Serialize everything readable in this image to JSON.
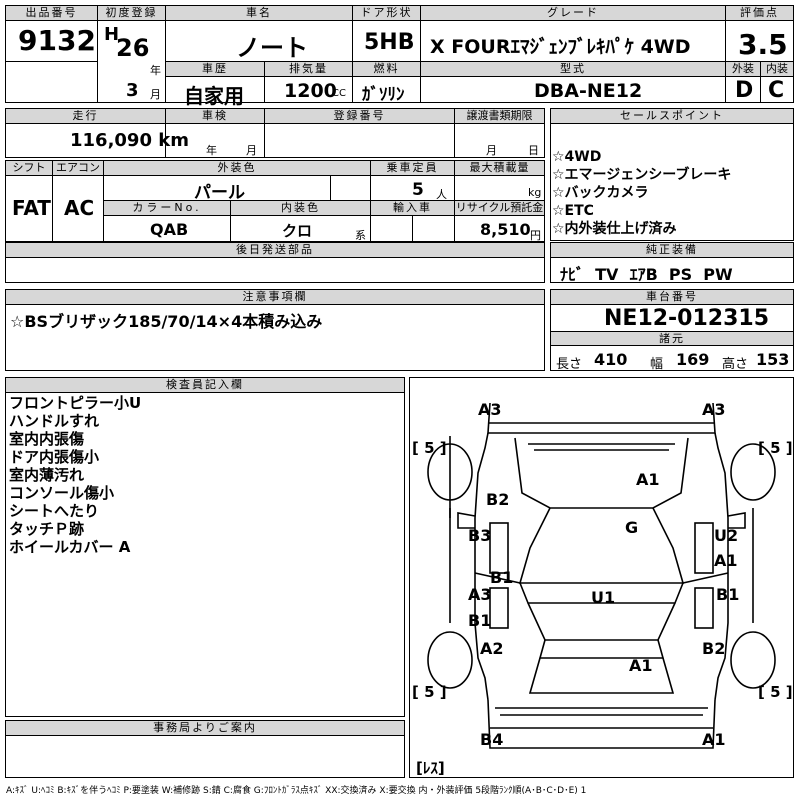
{
  "header": {
    "lot_label": "出品番号",
    "lot_no": "9132",
    "first_reg_label": "初度登録",
    "era": "H",
    "year": "26",
    "year_unit": "年",
    "month": "3",
    "month_unit": "月",
    "car_name_label": "車名",
    "car_name": "ノート",
    "door_label": "ドア形状",
    "door": "5HB",
    "grade_label": "グレード",
    "grade": "X FOURｴﾏｼﾞｪﾝﾌﾞﾚｷﾊﾟｹ 4WD",
    "score_label": "評価点",
    "score": "3.5",
    "ext_label": "外装",
    "ext": "D",
    "int_label": "内装",
    "int": "C",
    "history_label": "車歴",
    "history": "自家用",
    "displacement_label": "排気量",
    "displacement": "1200",
    "displacement_unit": "CC",
    "fuel_label": "燃料",
    "fuel": "ｶﾞｿﾘﾝ",
    "model_label": "型式",
    "model": "DBA-NE12"
  },
  "row2": {
    "mileage_label": "走行",
    "mileage": "116,090 km",
    "inspection_label": "車検",
    "insp_year_unit": "年",
    "insp_month_unit": "月",
    "regno_label": "登録番号",
    "transfer_label": "譲渡書類期限",
    "transfer_month_unit": "月",
    "transfer_day_unit": "日"
  },
  "spec": {
    "shift_label": "シフト",
    "shift": "FAT",
    "ac_label": "エアコン",
    "ac": "AC",
    "color_label": "外装色",
    "color": "パール",
    "capacity_label": "乗車定員",
    "capacity": "5",
    "capacity_unit": "人",
    "load_label": "最大積載量",
    "load_unit": "kg",
    "colorno_label": "カラーNo.",
    "colorno": "QAB",
    "intcolor_label": "内装色",
    "intcolor": "クロ",
    "intcolor_unit": "系",
    "import_label": "輸入車",
    "recycle_label": "リサイクル預託金",
    "recycle": "8,510",
    "recycle_unit": "円"
  },
  "later_parts_label": "後日発送部品",
  "notes": {
    "label": "注意事項欄",
    "text": "☆BSブリザック185/70/14×4本積み込み"
  },
  "sales": {
    "label": "セールスポイント",
    "items": [
      "☆4WD",
      "☆エマージェンシーブレーキ",
      "☆バックカメラ",
      "☆ETC",
      "☆内外装仕上げ済み"
    ]
  },
  "equipment": {
    "label": "純正装備",
    "items": "ﾅﾋﾞ  TV  ｴｱB  PS  PW"
  },
  "chassis": {
    "label": "車台番号",
    "number": "NE12-012315"
  },
  "dims": {
    "label": "諸元",
    "length_label": "長さ",
    "length": "410",
    "width_label": "幅",
    "width": "169",
    "height_label": "高さ",
    "height": "153"
  },
  "inspector": {
    "label": "検査員記入欄",
    "items": [
      "フロントピラー小U",
      "ハンドルすれ",
      "室内内張傷",
      "ドア内張傷小",
      "室内薄汚れ",
      "コンソール傷小",
      "シートへたり",
      "タッチＰ跡",
      "ホイールカバー A"
    ]
  },
  "office": {
    "label": "事務局よりご案内"
  },
  "diagram": {
    "marks": {
      "a3_left": "A3",
      "a3_right": "A3",
      "a1_hood": "A1",
      "b2_left_front": "B2",
      "g_windshield": "G",
      "b3_left_door": "B3",
      "b1_left_door": "B1",
      "u2_right_door": "U2",
      "a1_right_door": "A1",
      "a3_left_rear_door": "A3",
      "b1_left_rear_door": "B1",
      "u1_roof": "U1",
      "b1_right_rear_door": "B1",
      "a2_left_rear": "A2",
      "b2_right_rear": "B2",
      "a1_trunk": "A1",
      "b4_left_bumper": "B4",
      "a1_right_bumper": "A1"
    },
    "tire_fl": "[ 5 ]",
    "tire_fr": "[ 5 ]",
    "tire_rl": "[ 5 ]",
    "tire_rr": "[ 5 ]",
    "spare": "[ﾚｽ]"
  },
  "legend": "A:ｷｽﾞ U:ﾍｺﾐ B:ｷｽﾞを伴うﾍｺﾐ P:要塗装 W:補修跡 S:錆 C:腐食 G:ﾌﾛﾝﾄｶﾞﾗｽ点ｷｽﾞ XX:交換済み X:要交換 内・外装評価 5段階ﾗﾝｸ順(A･B･C･D･E) 1"
}
